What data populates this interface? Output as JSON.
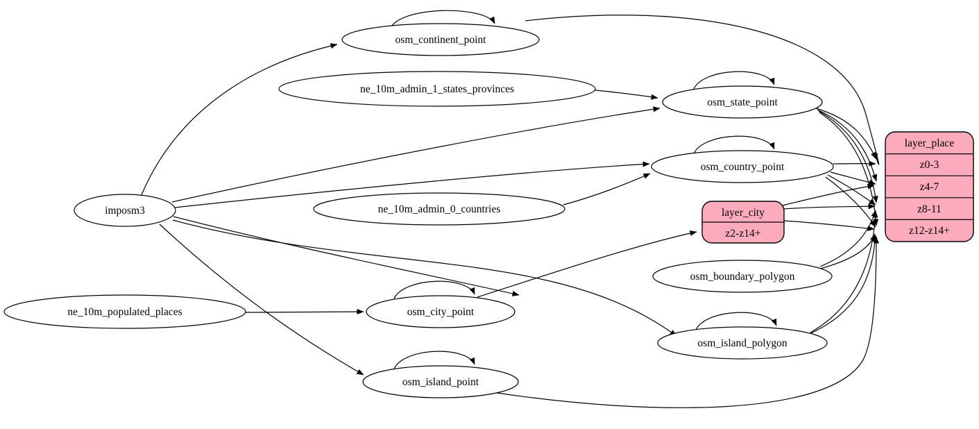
{
  "diagram": {
    "type": "etl-dependency-graph",
    "colors": {
      "layer_fill": "#FCABBC",
      "table_fill": "#FFFFFF",
      "edge_stroke": "#000000",
      "background": "#FFFFFF"
    },
    "nodes": {
      "imposm3": {
        "label": "imposm3",
        "kind": "source"
      },
      "ne_10m_admin_1_states_provinces": {
        "label": "ne_10m_admin_1_states_provinces",
        "kind": "source-table"
      },
      "ne_10m_admin_0_countries": {
        "label": "ne_10m_admin_0_countries",
        "kind": "source-table"
      },
      "ne_10m_populated_places": {
        "label": "ne_10m_populated_places",
        "kind": "source-table"
      },
      "osm_continent_point": {
        "label": "osm_continent_point",
        "kind": "table",
        "self_loop": true
      },
      "osm_state_point": {
        "label": "osm_state_point",
        "kind": "table",
        "self_loop": true
      },
      "osm_country_point": {
        "label": "osm_country_point",
        "kind": "table",
        "self_loop": true
      },
      "osm_boundary_polygon": {
        "label": "osm_boundary_polygon",
        "kind": "table",
        "self_loop": false
      },
      "osm_city_point": {
        "label": "osm_city_point",
        "kind": "table",
        "self_loop": true
      },
      "osm_island_polygon": {
        "label": "osm_island_polygon",
        "kind": "table",
        "self_loop": true
      },
      "osm_island_point": {
        "label": "osm_island_point",
        "kind": "table",
        "self_loop": true
      }
    },
    "layers": {
      "layer_city": {
        "title": "layer_city",
        "rows": [
          "z2-z14+"
        ]
      },
      "layer_place": {
        "title": "layer_place",
        "rows": [
          "z0-3",
          "z4-7",
          "z8-11",
          "z12-z14+"
        ]
      }
    },
    "edges": [
      {
        "from": "imposm3",
        "to": "osm_continent_point"
      },
      {
        "from": "imposm3",
        "to": "osm_state_point"
      },
      {
        "from": "imposm3",
        "to": "osm_country_point"
      },
      {
        "from": "imposm3",
        "to": "osm_city_point"
      },
      {
        "from": "imposm3",
        "to": "osm_island_point"
      },
      {
        "from": "imposm3",
        "to": "osm_island_polygon"
      },
      {
        "from": "ne_10m_admin_1_states_provinces",
        "to": "osm_state_point"
      },
      {
        "from": "ne_10m_admin_0_countries",
        "to": "osm_country_point"
      },
      {
        "from": "ne_10m_populated_places",
        "to": "osm_city_point"
      },
      {
        "from": "osm_continent_point",
        "to": "osm_continent_point"
      },
      {
        "from": "osm_state_point",
        "to": "osm_state_point"
      },
      {
        "from": "osm_country_point",
        "to": "osm_country_point"
      },
      {
        "from": "osm_city_point",
        "to": "osm_city_point"
      },
      {
        "from": "osm_island_point",
        "to": "osm_island_point"
      },
      {
        "from": "osm_island_polygon",
        "to": "osm_island_polygon"
      },
      {
        "from": "osm_city_point",
        "to": "layer_city",
        "row": "z2-z14+"
      },
      {
        "from": "osm_continent_point",
        "to": "layer_place",
        "row": "z0-3"
      },
      {
        "from": "osm_state_point",
        "to": "layer_place",
        "row": "z0-3"
      },
      {
        "from": "osm_state_point",
        "to": "layer_place",
        "row": "z4-7"
      },
      {
        "from": "osm_state_point",
        "to": "layer_place",
        "row": "z8-11"
      },
      {
        "from": "osm_state_point",
        "to": "layer_place",
        "row": "z12-z14+"
      },
      {
        "from": "osm_country_point",
        "to": "layer_place",
        "row": "z0-3"
      },
      {
        "from": "osm_country_point",
        "to": "layer_place",
        "row": "z4-7"
      },
      {
        "from": "osm_country_point",
        "to": "layer_place",
        "row": "z8-11"
      },
      {
        "from": "osm_country_point",
        "to": "layer_place",
        "row": "z12-z14+"
      },
      {
        "from": "osm_city_point",
        "to": "layer_place",
        "row": "z4-7"
      },
      {
        "from": "osm_city_point",
        "to": "layer_place",
        "row": "z8-11"
      },
      {
        "from": "osm_city_point",
        "to": "layer_place",
        "row": "z12-z14+"
      },
      {
        "from": "osm_boundary_polygon",
        "to": "layer_place",
        "row": "z8-11"
      },
      {
        "from": "osm_boundary_polygon",
        "to": "layer_place",
        "row": "z12-z14+"
      },
      {
        "from": "osm_island_polygon",
        "to": "layer_place",
        "row": "z8-11"
      },
      {
        "from": "osm_island_polygon",
        "to": "layer_place",
        "row": "z12-z14+"
      },
      {
        "from": "osm_island_point",
        "to": "layer_place",
        "row": "z12-z14+"
      }
    ]
  }
}
